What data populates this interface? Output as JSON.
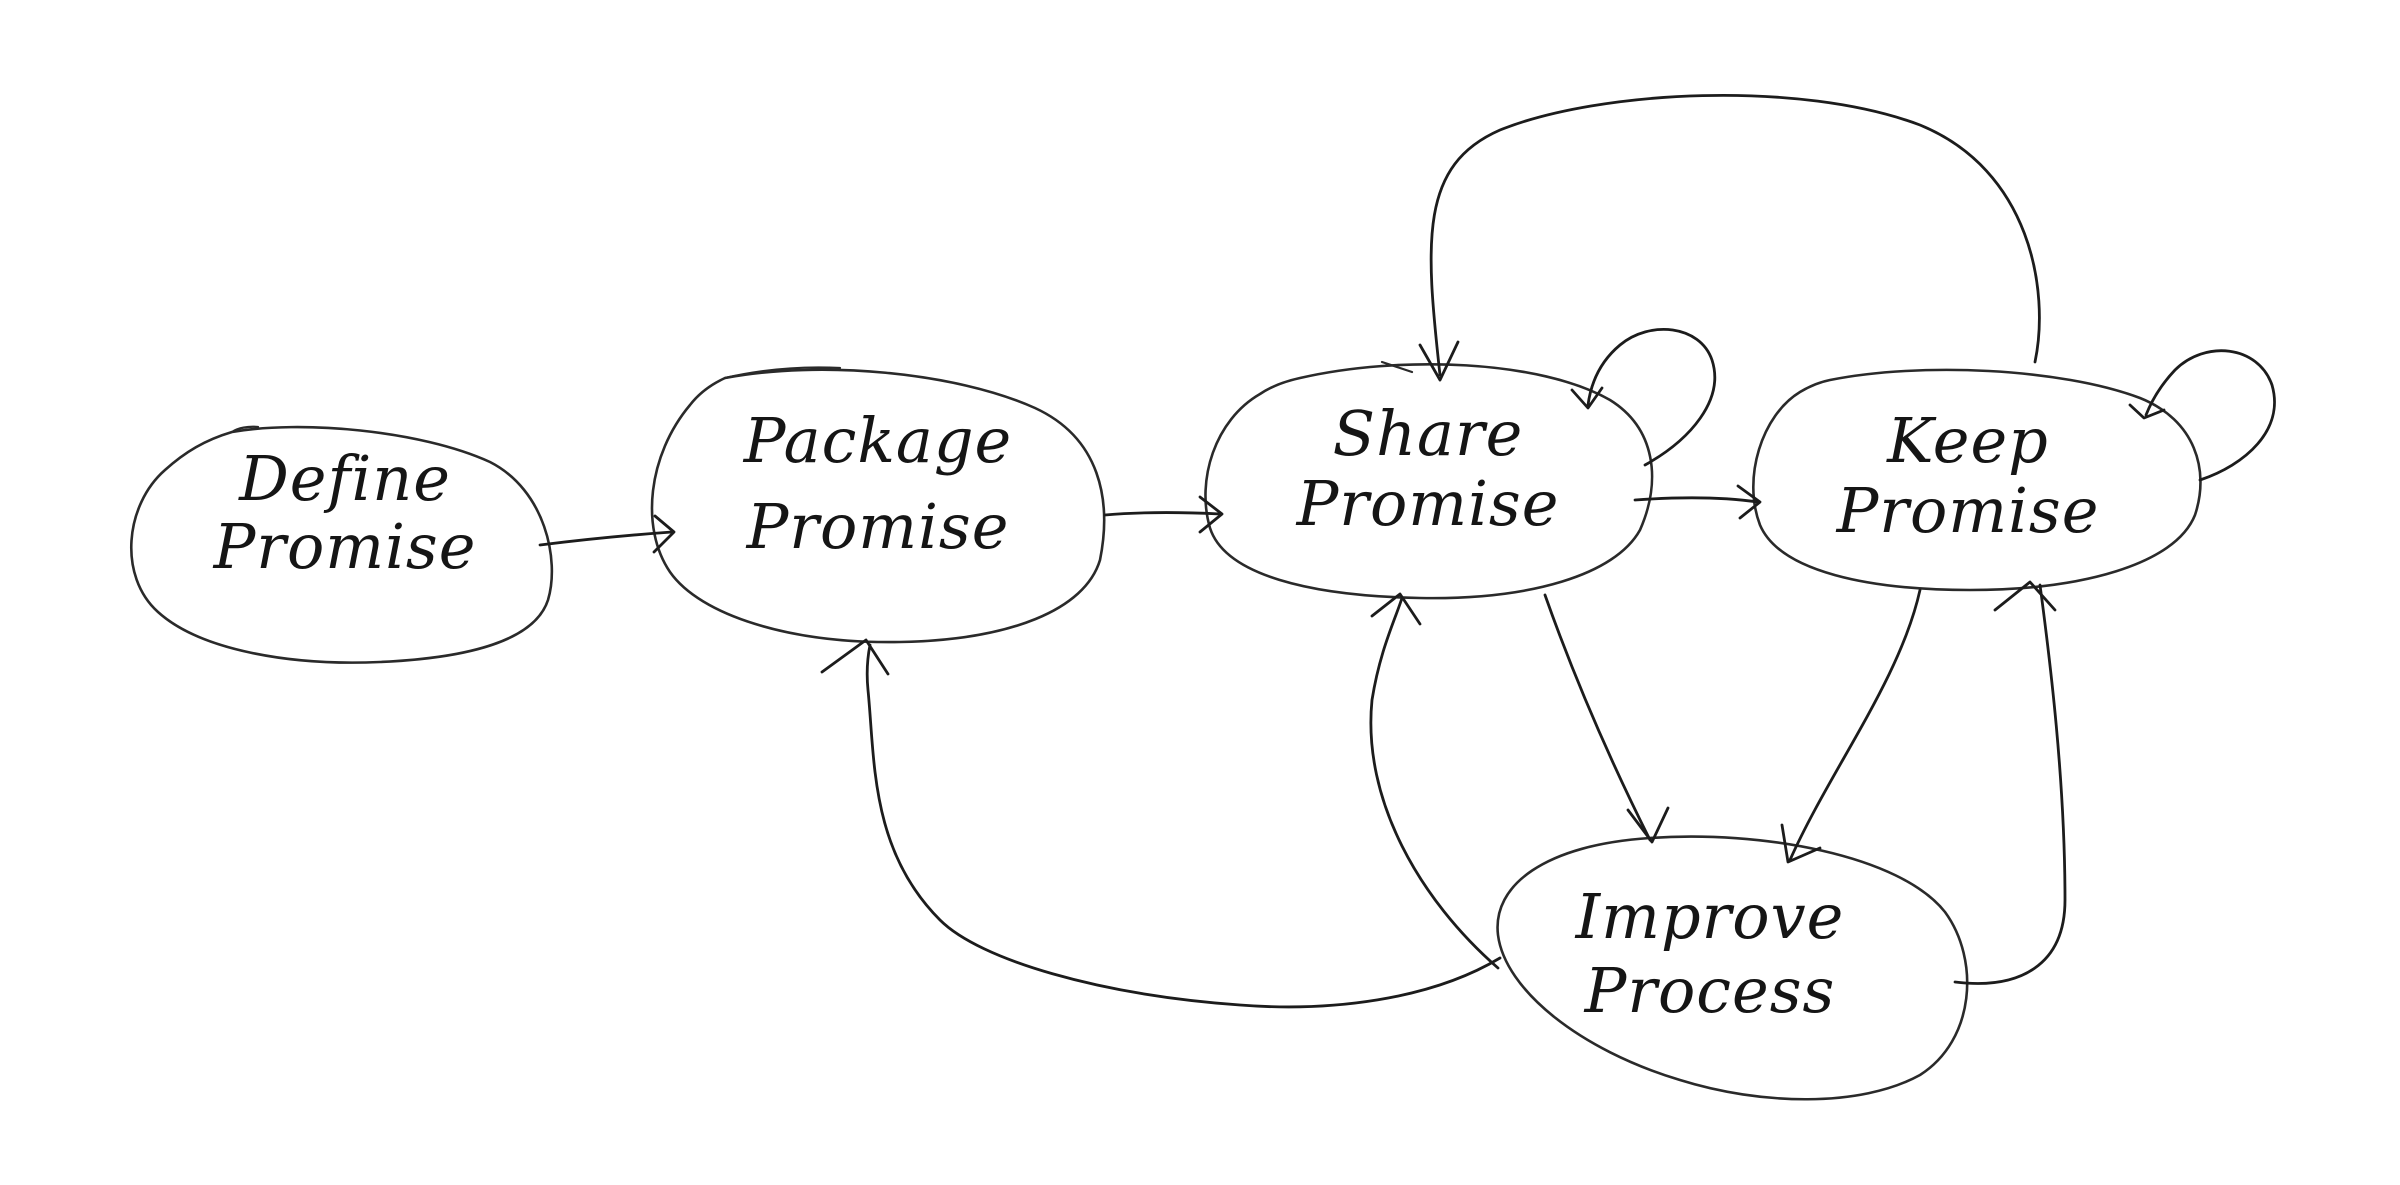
{
  "diagram": {
    "nodes": [
      {
        "id": "define",
        "lines": [
          "Define",
          "Promise"
        ]
      },
      {
        "id": "package",
        "lines": [
          "Package",
          "Promise"
        ]
      },
      {
        "id": "share",
        "lines": [
          "Share",
          "Promise"
        ]
      },
      {
        "id": "keep",
        "lines": [
          "Keep",
          "Promise"
        ]
      },
      {
        "id": "improve",
        "lines": [
          "Improve",
          "Process"
        ]
      }
    ],
    "edges": [
      {
        "from": "define",
        "to": "package"
      },
      {
        "from": "package",
        "to": "share"
      },
      {
        "from": "share",
        "to": "keep"
      },
      {
        "from": "share",
        "to": "share"
      },
      {
        "from": "keep",
        "to": "keep"
      },
      {
        "from": "keep",
        "to": "share"
      },
      {
        "from": "share",
        "to": "improve"
      },
      {
        "from": "keep",
        "to": "improve"
      },
      {
        "from": "improve",
        "to": "share"
      },
      {
        "from": "improve",
        "to": "keep"
      },
      {
        "from": "improve",
        "to": "package"
      }
    ],
    "colors": {
      "background": "#ffffff",
      "ink": "#1c1c1c"
    }
  }
}
